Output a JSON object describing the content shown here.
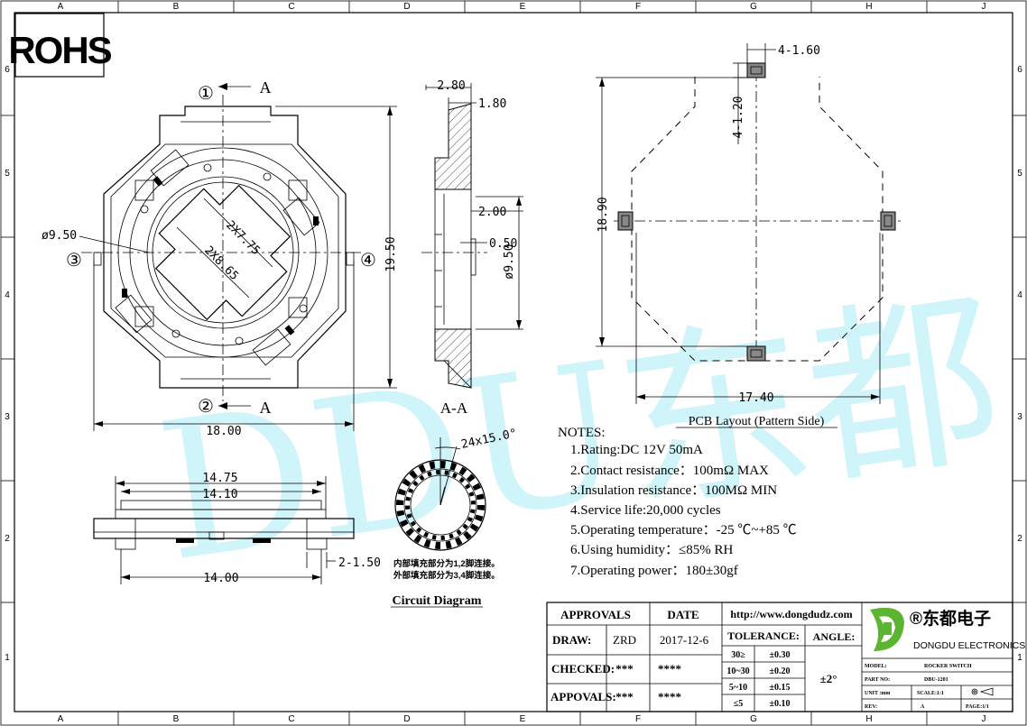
{
  "sheet": {
    "columns": [
      "A",
      "B",
      "C",
      "D",
      "E",
      "F",
      "G",
      "H",
      "J"
    ],
    "rows": [
      "6",
      "5",
      "4",
      "3",
      "2",
      "1"
    ],
    "rohs": "ROHS",
    "watermark": "DDU东都"
  },
  "top_view": {
    "section_mark_1": "①",
    "section_mark_2": "②",
    "section_mark_3": "③",
    "section_mark_4": "④",
    "section_letter_top": "A",
    "section_letter_bottom": "A",
    "dim_diameter": "ø9.50",
    "dim_height": "19.50",
    "dim_width": "18.00",
    "dim_inner_1": "2X7.75",
    "dim_inner_2": "2X8.65"
  },
  "side_view": {
    "dim_top_width": "14.75",
    "dim_second_width": "14.10",
    "dim_bottom_width": "14.00",
    "dim_pin": "2-1.50"
  },
  "section_view": {
    "dim_280": "2.80",
    "dim_180": "1.80",
    "dim_200": "2.00",
    "dim_050": "0.50",
    "dim_950": "ø9.50",
    "label": "A-A"
  },
  "circuit": {
    "dim_angle": "24x15.0°",
    "note_inner": "内部填充部分为1,2脚连接。",
    "note_outer": "外部填充部分为3,4脚连接。",
    "title": "Circuit Diagram"
  },
  "pcb": {
    "dim_pad_w": "4-1.60",
    "dim_pad_h": "4-1.20",
    "dim_height": "18.90",
    "dim_width": "17.40",
    "title": "PCB Layout (Pattern Side)"
  },
  "notes": {
    "heading": "NOTES:",
    "items": [
      "1.Rating:DC 12V 50mA",
      "2.Contact resistance：100mΩ MAX",
      "3.Insulation resistance：100MΩ MIN",
      "4.Service life:20,000 cycles",
      "5.Operating temperature：-25 ℃~+85 ℃",
      "6.Using humidity：≤85% RH",
      "7.Operating power：180±30gf"
    ]
  },
  "title_block": {
    "approvals": "APPROVALS",
    "date": "DATE",
    "url": "http://www.dongdudz.com",
    "draw_label": "DRAW:",
    "draw_name": "ZRD",
    "draw_date": "2017-12-6",
    "checked_label": "CHECKED:",
    "checked_name": "***",
    "checked_date": "****",
    "appovals_label": "APPOVALS:",
    "appovals_name": "***",
    "appovals_date": "****",
    "tolerance": "TOLERANCE:",
    "angle": "ANGLE:",
    "angle_value": "±2°",
    "tol_rows": [
      {
        "range": "30≥",
        "value": "±0.30"
      },
      {
        "range": "10~30",
        "value": "±0.20"
      },
      {
        "range": "5~10",
        "value": "±0.15"
      },
      {
        "range": "≤5",
        "value": "±0.10"
      }
    ],
    "company_cn": "®东都电子",
    "company_en": "DONGDU ELECTRONICS",
    "model_label": "MODEL:",
    "model_value": "ROCKER SWITCH",
    "part_label": "PART NO:",
    "part_value": "DBU-1201",
    "unit_label": "UNIT :mm",
    "scale_label": "SCALE:1:1",
    "rev_label": "REV:",
    "rev_value": "A",
    "page_label": "PAGE:1/1",
    "colors": {
      "logo_green": "#5cb531",
      "watermark": "#a8ecf5"
    }
  }
}
